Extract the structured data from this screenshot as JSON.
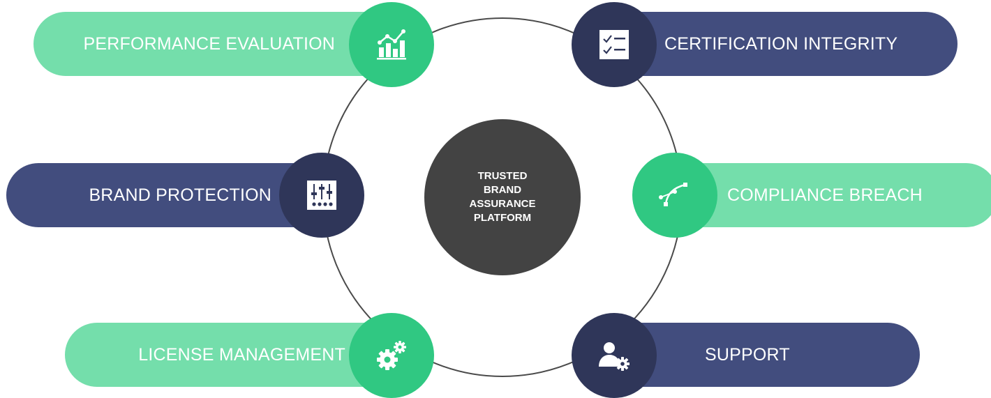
{
  "center": {
    "title": "TRUSTED\nBRAND\nASSURANCE\nPLATFORM"
  },
  "items": [
    {
      "label": "PERFORMANCE EVALUATION",
      "icon": "bar-chart-trend-icon",
      "color": "#74deab",
      "accent": "#30c882"
    },
    {
      "label": "CERTIFICATION INTEGRITY",
      "icon": "checklist-icon",
      "color": "#424d7e",
      "accent": "#2f3659"
    },
    {
      "label": "BRAND PROTECTION",
      "icon": "sliders-icon",
      "color": "#424d7e",
      "accent": "#2f3659"
    },
    {
      "label": "COMPLIANCE BREACH",
      "icon": "bezier-curve-icon",
      "color": "#74deab",
      "accent": "#30c882"
    },
    {
      "label": "LICENSE MANAGEMENT",
      "icon": "gears-icon",
      "color": "#74deab",
      "accent": "#30c882"
    },
    {
      "label": "SUPPORT",
      "icon": "user-settings-icon",
      "color": "#424d7e",
      "accent": "#2f3659"
    }
  ]
}
